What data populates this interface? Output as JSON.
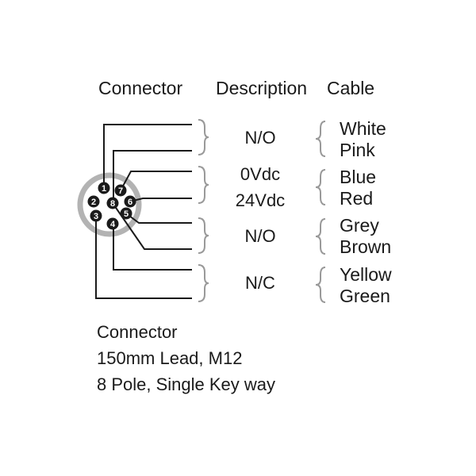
{
  "headers": {
    "connector": "Connector",
    "description": "Description",
    "cable": "Cable"
  },
  "rows": [
    {
      "description": "N/O",
      "colors": [
        "White",
        "Pink"
      ]
    },
    {
      "descriptions": [
        "0Vdc",
        "24Vdc"
      ],
      "colors": [
        "Blue",
        "Red"
      ]
    },
    {
      "description": "N/O",
      "colors": [
        "Grey",
        "Brown"
      ]
    },
    {
      "description": "N/C",
      "colors": [
        "Yellow",
        "Green"
      ]
    }
  ],
  "pins": [
    "1",
    "2",
    "3",
    "4",
    "5",
    "6",
    "7",
    "8"
  ],
  "notes": [
    "Connector",
    "150mm Lead, M12",
    "8 Pole, Single Key way"
  ],
  "colors": {
    "ink": "#1a1a1a",
    "brace": "#999999",
    "connector_ring": "#b3b3b3"
  }
}
